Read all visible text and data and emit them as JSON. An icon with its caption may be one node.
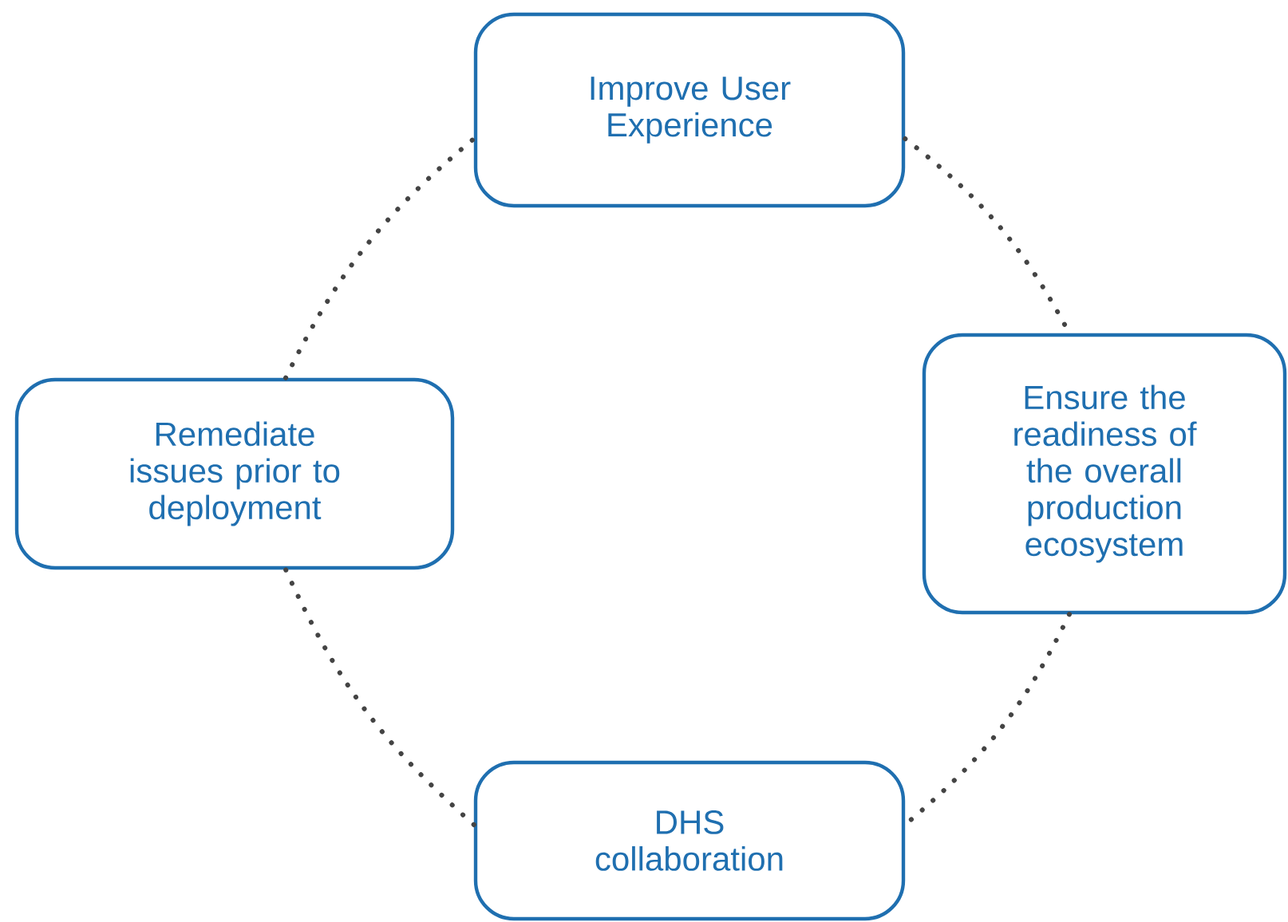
{
  "diagram": {
    "nodes": [
      {
        "text": [
          "Improve User Experience"
        ]
      },
      {
        "text": [
          "Ensure the readiness of the overall production ecosystem"
        ]
      },
      {
        "text": [
          "DHS collaboration"
        ]
      },
      {
        "text": [
          "Remediate issues prior to deployment"
        ]
      }
    ],
    "edges": [
      {
        "from": 0,
        "to": 1,
        "arrow": "none"
      },
      {
        "from": 1,
        "to": 2,
        "arrow": "none"
      },
      {
        "from": 2,
        "to": 3,
        "arrow": "none"
      },
      {
        "from": 3,
        "to": 0,
        "arrow": "none"
      }
    ]
  }
}
